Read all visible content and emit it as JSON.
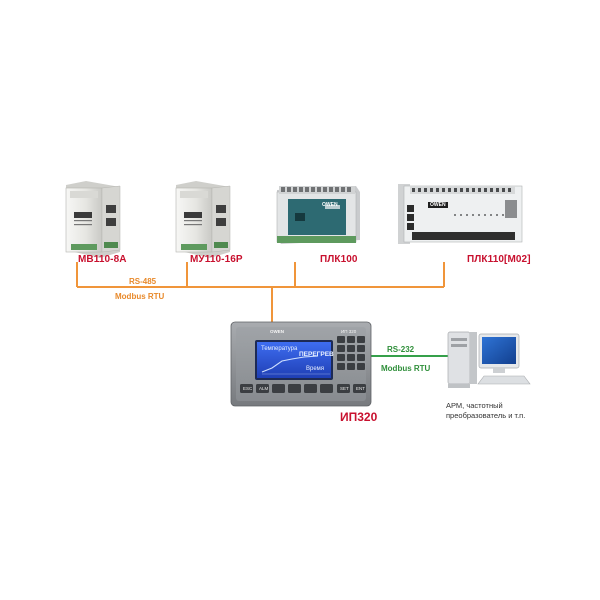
{
  "colors": {
    "rs485_line": "#f0953a",
    "rs232_line": "#35a04a",
    "device_label": "#c8102e",
    "module_body": "#e9e9e6",
    "terminal_green": "#5e9a5e",
    "hmi_body": "#8c8f93",
    "hmi_screen": "#2b55d6"
  },
  "devices": {
    "mb110": {
      "label": "МВ110-8А",
      "icon": "io-module-icon"
    },
    "my110": {
      "label": "МУ110-16Р",
      "icon": "io-module-icon"
    },
    "plc100": {
      "label": "ПЛК100",
      "icon": "plc-icon",
      "brand": "OWEN"
    },
    "plc110": {
      "label": "ПЛК110[М02]",
      "icon": "plc-wide-icon",
      "brand": "OWEN"
    }
  },
  "bus_rs485": {
    "interface": "RS-485",
    "protocol": "Modbus RTU"
  },
  "bus_rs232": {
    "interface": "RS-232",
    "protocol": "Modbus RTU"
  },
  "hmi": {
    "label": "ИП320",
    "brand": "OWEN",
    "model_mark": "ИП 320",
    "screen": {
      "title": "Температура",
      "status": "ПЕРЕГРЕВ",
      "footer": "Время"
    },
    "keys_bottom": [
      "ESC",
      "ALM",
      "",
      "",
      "",
      "",
      "SET",
      "ENT"
    ]
  },
  "workstation": {
    "icon": "computer-icon",
    "caption_line1": "АРМ, частотный",
    "caption_line2": "преобразователь и т.п."
  }
}
